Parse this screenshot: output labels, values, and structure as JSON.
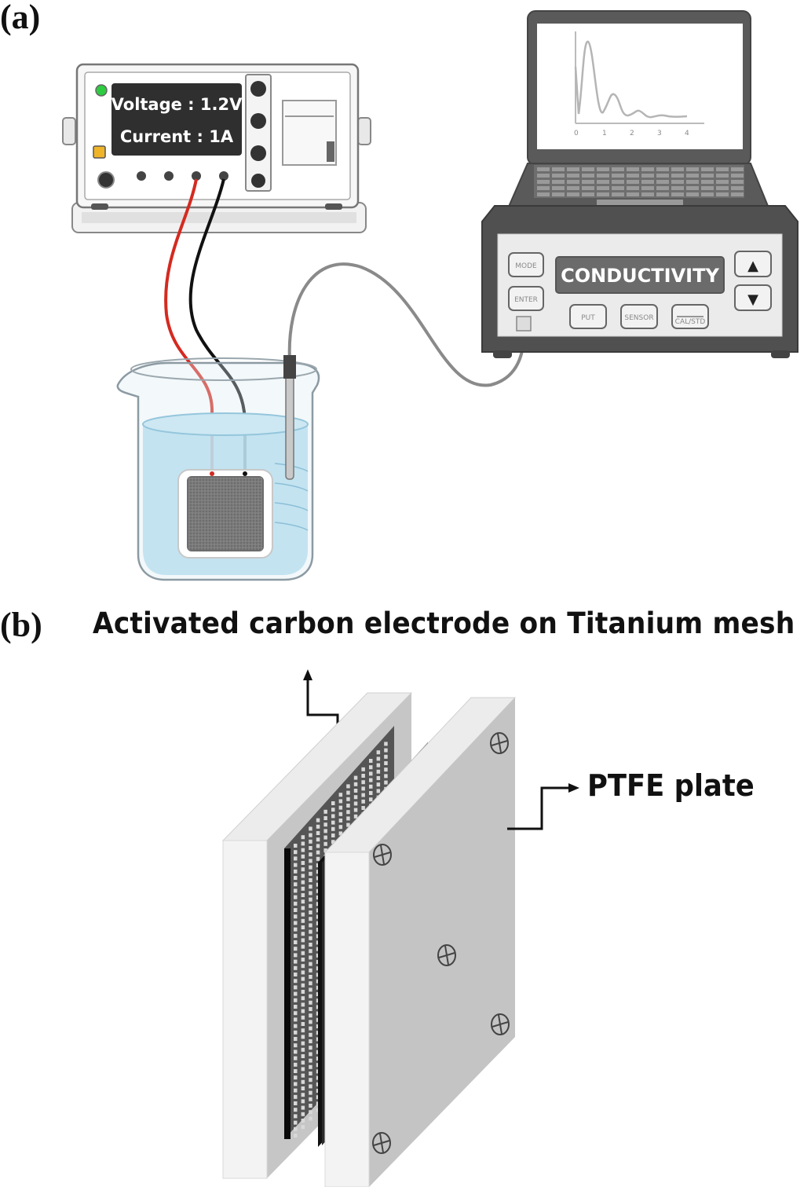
{
  "panels": {
    "a": {
      "label": "(a)"
    },
    "b": {
      "label": "(b)"
    }
  },
  "power_supply": {
    "display_line_1": "Voltage : 1.2V",
    "display_line_2": "Current : 1A",
    "indicator_colors": {
      "green_led": "#2ecc40",
      "orange_led": "#f0b429"
    }
  },
  "conductivity_meter": {
    "display": "CONDUCTIVITY",
    "buttons": [
      "MODE",
      "ENTER",
      "PUT",
      "SENSOR",
      "CAL/STD"
    ],
    "arrow_up": "▲",
    "arrow_down": "▼"
  },
  "laptop": {
    "plot_axis_ticks": [
      "0",
      "1",
      "2",
      "3",
      "4"
    ]
  },
  "wires": {
    "positive_color": "#d42a20",
    "negative_color": "#111111",
    "probe_cable_color": "#8a8a8a"
  },
  "beaker": {
    "water_color": "#a9d9ee"
  },
  "cell_assembly": {
    "electrode_caption": "Activated carbon electrode on Titanium mesh",
    "plate_caption": "PTFE plate"
  }
}
